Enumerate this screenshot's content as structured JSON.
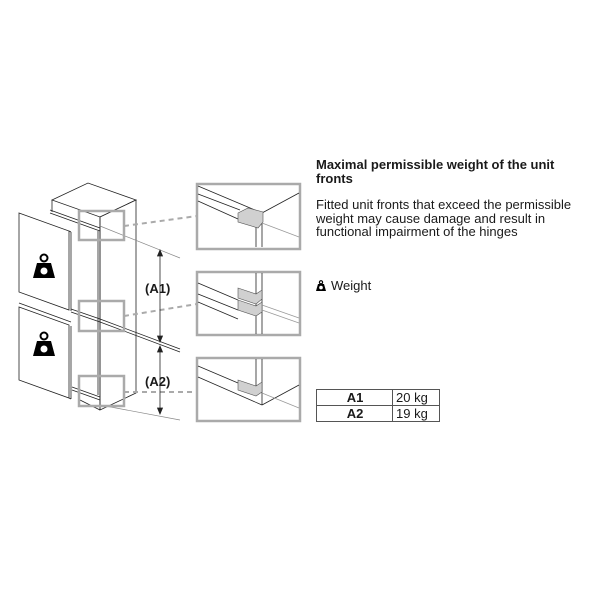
{
  "header": {
    "title": "Maximal permissible weight of the unit fronts"
  },
  "description": "Fitted unit fronts that exceed the permissible weight may cause damage and result in functional impairment of the hinges",
  "legend": {
    "icon": "weight-icon",
    "label": "Weight"
  },
  "table": {
    "rows": [
      {
        "key": "A1",
        "value": "20 kg"
      },
      {
        "key": "A2",
        "value": "19 kg"
      }
    ]
  },
  "diagram": {
    "dimension_labels": [
      "(A1)",
      "(A2)"
    ],
    "detail_views": [
      "top-hinge-detail",
      "middle-hinge-detail",
      "bottom-hinge-detail"
    ],
    "colors": {
      "line": "#222222",
      "highlight_box": "#a8a8a8",
      "hinge_fill": "#d0d0d0",
      "icon": "#000000"
    }
  }
}
